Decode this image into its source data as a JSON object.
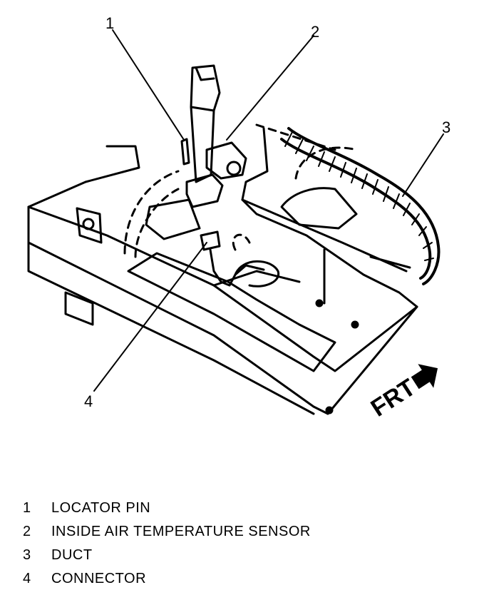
{
  "callouts": [
    {
      "number": "1",
      "label": "LOCATOR PIN"
    },
    {
      "number": "2",
      "label": "INSIDE AIR TEMPERATURE SENSOR"
    },
    {
      "number": "3",
      "label": "DUCT"
    },
    {
      "number": "4",
      "label": "CONNECTOR"
    }
  ],
  "direction_marker": {
    "text": "FRT",
    "icon": "arrow-icon"
  },
  "colors": {
    "ink": "#000000",
    "background": "#ffffff"
  }
}
